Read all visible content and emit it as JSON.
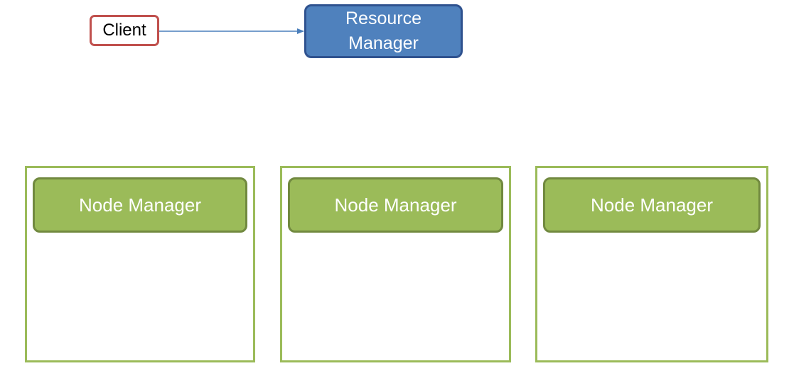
{
  "client": {
    "label": "Client"
  },
  "resource_manager": {
    "line1": "Resource",
    "line2": "Manager"
  },
  "nodes": [
    {
      "label": "Node Manager"
    },
    {
      "label": "Node Manager"
    },
    {
      "label": "Node Manager"
    }
  ],
  "colors": {
    "client_border": "#c0504d",
    "resource_manager_fill": "#4f81bd",
    "resource_manager_border": "#2f528f",
    "node_fill": "#9bbb59",
    "node_border": "#71893f",
    "arrow": "#4a7ebb"
  }
}
